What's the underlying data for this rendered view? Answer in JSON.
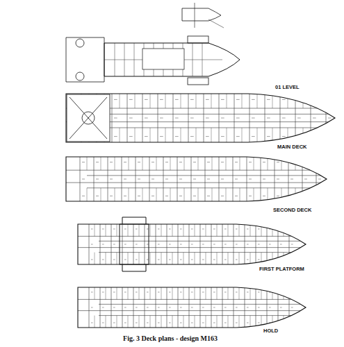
{
  "diagram": {
    "caption": "Fig. 3 Deck plans - design M163",
    "labels": [
      "01 LEVEL",
      "MAIN DECK",
      "SECOND DECK",
      "FIRST PLATFORM",
      "HOLD"
    ]
  }
}
